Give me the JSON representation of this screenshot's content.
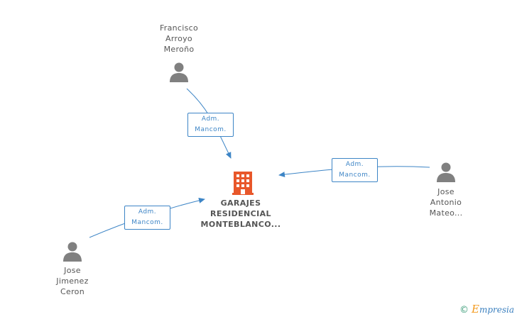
{
  "company": {
    "name_lines": [
      "GARAJES",
      "RESIDENCIAL",
      "MONTEBLANCO..."
    ],
    "icon": "building-icon",
    "color": "#e8572a"
  },
  "people": [
    {
      "id": "francisco",
      "name_lines": [
        "Francisco",
        "Arroyo",
        "Meroño"
      ],
      "icon": "person-icon"
    },
    {
      "id": "jose-antonio",
      "name_lines": [
        "Jose",
        "Antonio",
        "Mateo..."
      ],
      "icon": "person-icon"
    },
    {
      "id": "jose-jimenez",
      "name_lines": [
        "Jose",
        "Jimenez",
        "Ceron"
      ],
      "icon": "person-icon"
    }
  ],
  "edges": [
    {
      "from": "francisco",
      "label_lines": [
        "Adm.",
        "Mancom."
      ]
    },
    {
      "from": "jose-antonio",
      "label_lines": [
        "Adm.",
        "Mancom."
      ]
    },
    {
      "from": "jose-jimenez",
      "label_lines": [
        "Adm.",
        "Mancom."
      ]
    }
  ],
  "colors": {
    "edge": "#3d85c6",
    "person_icon": "#808080",
    "text": "#555555"
  },
  "watermark": {
    "copyright": "©",
    "brand_initial": "E",
    "brand_rest": "mpresia"
  }
}
